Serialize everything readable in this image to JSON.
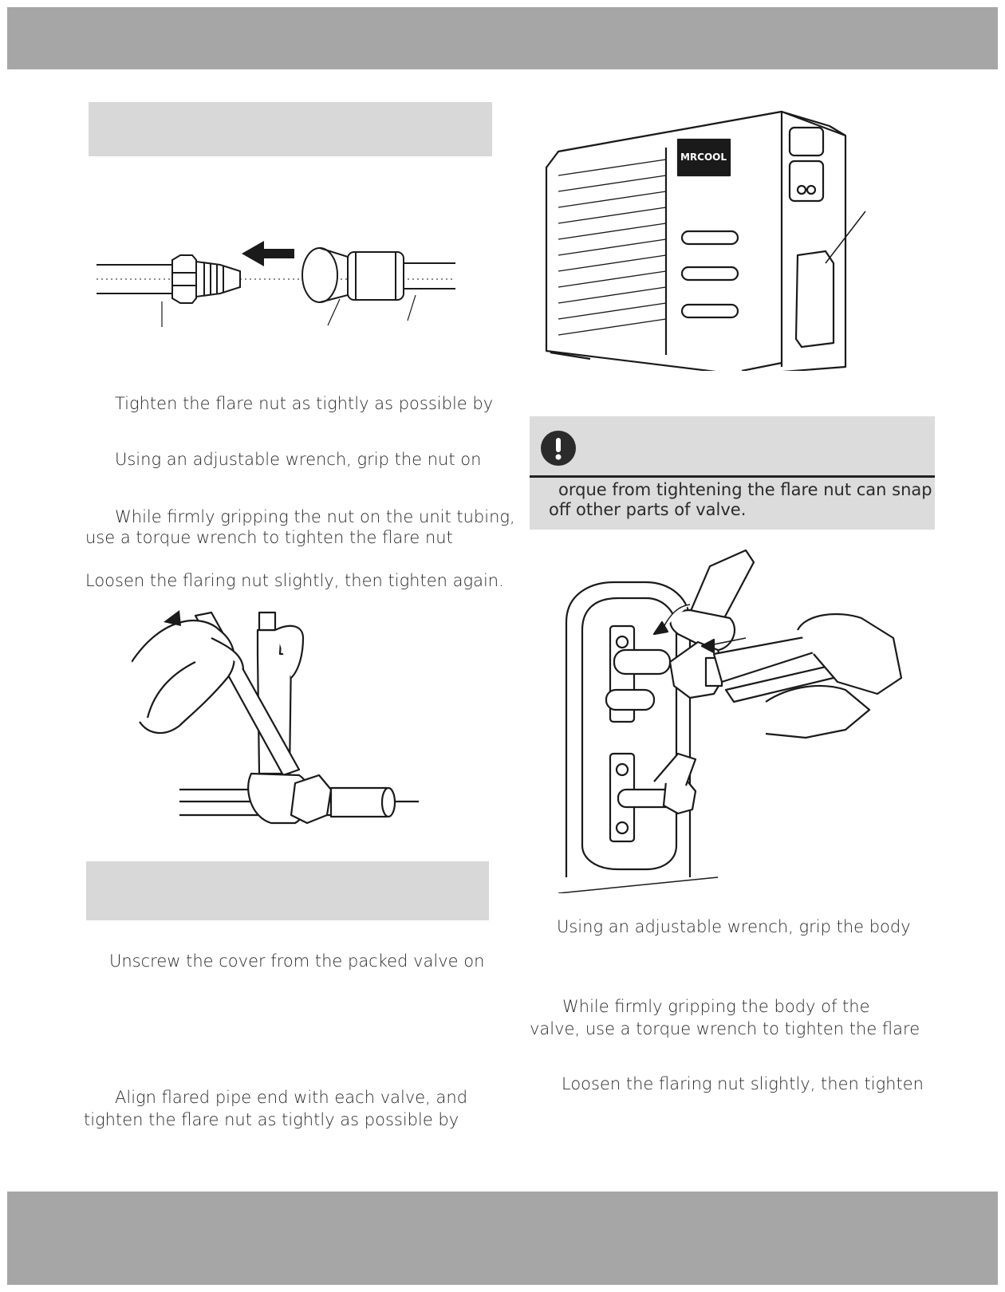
{
  "left_column": {
    "step_a": "Tighten the flare nut as tightly as possible by",
    "step_b": "Using an adjustable wrench, grip the nut on",
    "step_c_line1": "While firmly gripping the nut on the unit tubing,",
    "step_c_line2": "use a torque wrench to tighten the flare nut",
    "step_d": "Loosen the flaring nut slightly, then tighten again.",
    "step_e": "Unscrew the cover from the packed valve on",
    "step_f_line1": "Align flared pipe end with each valve, and",
    "step_f_line2": "tighten the flare nut as tightly as possible by"
  },
  "right_column": {
    "unit_logo": "MRCOOL",
    "caution_line1": "orque from tightening the flare nut can snap",
    "caution_line2": "off other parts of valve.",
    "step_a": "Using an adjustable wrench, grip the body",
    "step_b_line1": "While firmly gripping the body of the",
    "step_b_line2": "valve, use a torque wrench to tighten the flare",
    "step_c": "Loosen the flaring nut slightly, then tighten"
  },
  "colors": {
    "band": "#a6a6a6",
    "heading_box": "#d8d8d8",
    "caution_box": "#dcdcdc",
    "line_art": "#1a1a1a"
  }
}
